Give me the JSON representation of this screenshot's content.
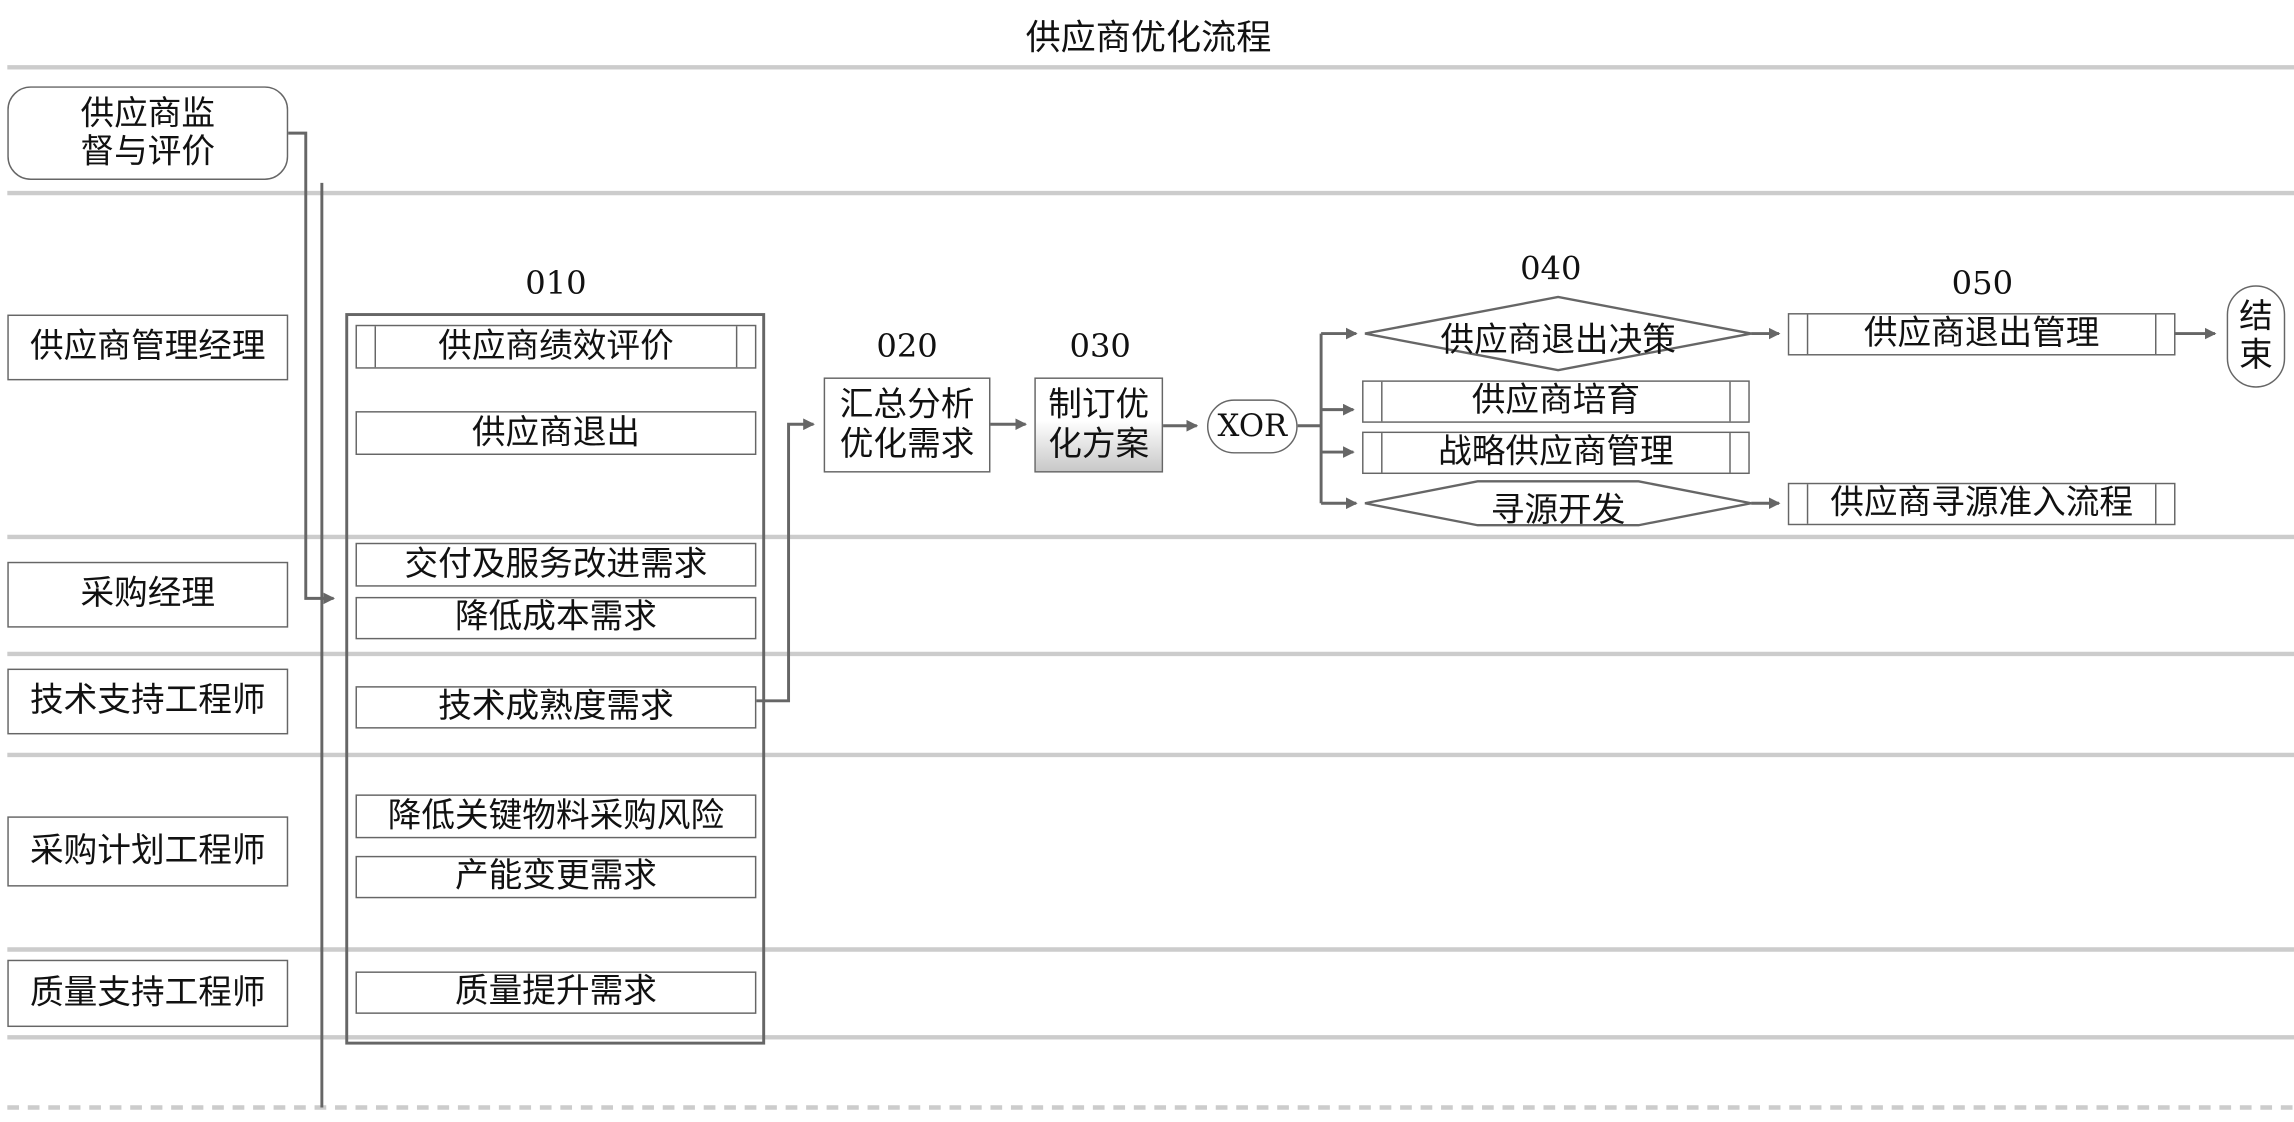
{
  "title": "供应商优化流程",
  "start": "供应商监督与评价",
  "roles": [
    "供应商管理经理",
    "采购经理",
    "技术支持工程师",
    "采购计划工程师",
    "质量支持工程师"
  ],
  "step010": {
    "id": "010",
    "items": [
      "供应商绩效评价",
      "供应商退出",
      "交付及服务改进需求",
      "降低成本需求",
      "技术成熟度需求",
      "降低关键物料采购风险",
      "产能变更需求",
      "质量提升需求"
    ]
  },
  "step020": {
    "id": "020",
    "label": "汇总分析优化需求"
  },
  "step030": {
    "id": "030",
    "label": "制订优化方案"
  },
  "gateway": "XOR",
  "step040": {
    "id": "040",
    "label": "供应商退出决策"
  },
  "branches": {
    "cultivate": "供应商培育",
    "strategic": "战略供应商管理",
    "sourcing": "寻源开发",
    "sourcing_flow": "供应商寻源准入流程"
  },
  "step050": {
    "id": "050",
    "label": "供应商退出管理"
  },
  "end": "结束"
}
